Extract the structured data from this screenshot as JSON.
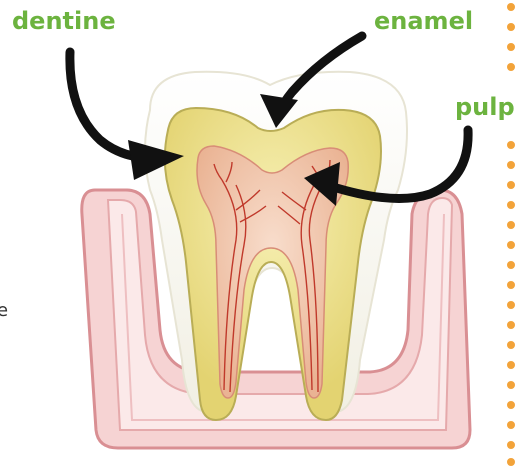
{
  "labels": {
    "dentine": "dentine",
    "enamel": "enamel",
    "pulp": "pulp",
    "cut_text": "e"
  },
  "colors": {
    "label_green": "#6cb33f",
    "dot_orange": "#f2a33a",
    "arrow": "#111111",
    "enamel": "#fbfaf1",
    "dentine": "#eee39a",
    "pulp": "#f2c9ae",
    "gum": "#f3c6c6",
    "nerve": "#c0392b"
  }
}
